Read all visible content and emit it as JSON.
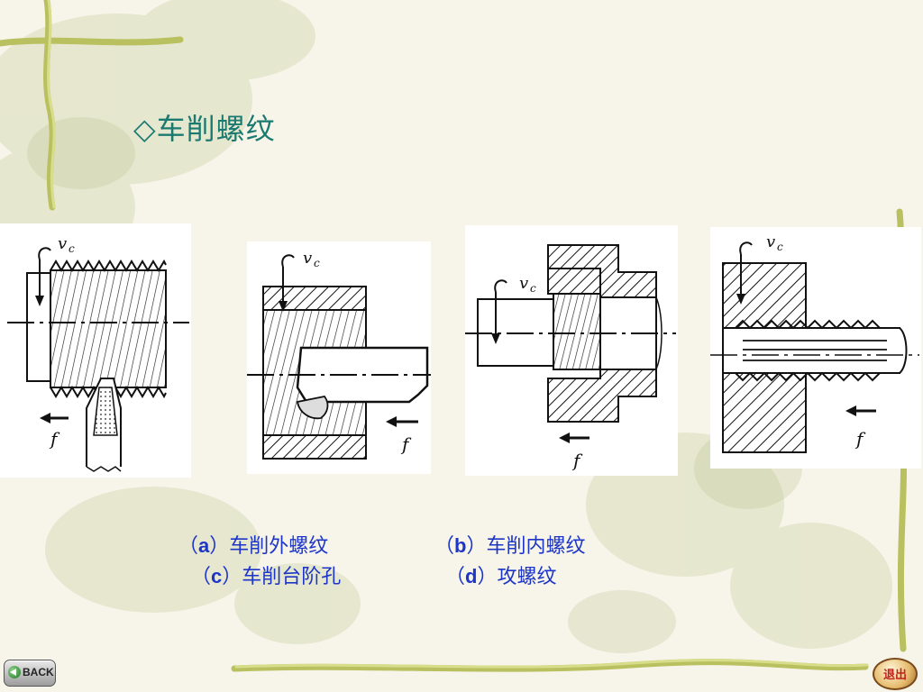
{
  "slide": {
    "title": "◇车削螺纹"
  },
  "diagrams": [
    {
      "id": "a",
      "speed_label": "v",
      "speed_sub": "c",
      "feed_label": "f"
    },
    {
      "id": "b",
      "speed_label": "v",
      "speed_sub": "c",
      "feed_label": "f"
    },
    {
      "id": "c",
      "speed_label": "v",
      "speed_sub": "c",
      "feed_label": "f"
    },
    {
      "id": "d",
      "speed_label": "v",
      "speed_sub": "c",
      "feed_label": "f"
    }
  ],
  "captions": {
    "a": {
      "open": "（",
      "letter": "a",
      "text": "）车削外螺纹"
    },
    "b": {
      "open": "（",
      "letter": "b",
      "text": "）车削内螺纹"
    },
    "c": {
      "open": "（",
      "letter": "c",
      "text": "）车削台阶孔"
    },
    "d": {
      "open": "（",
      "letter": "d",
      "text": "）攻螺纹"
    }
  },
  "nav": {
    "back_label": "BACK",
    "exit_label": "退出"
  },
  "colors": {
    "title": "#1a7a70",
    "caption": "#1e36c8",
    "background": "#f7f5ea"
  }
}
